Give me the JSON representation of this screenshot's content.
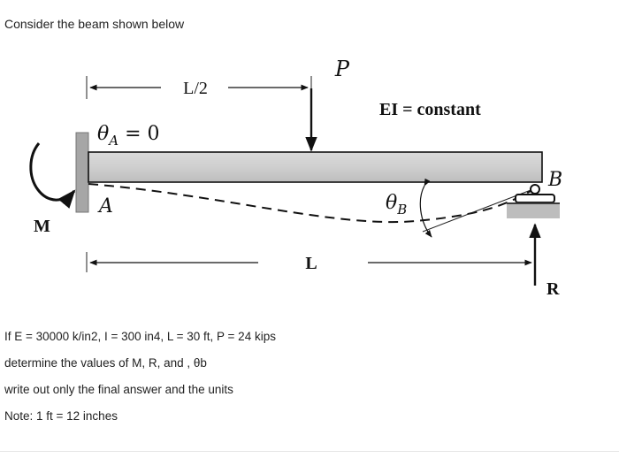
{
  "intro": "Consider the beam shown below",
  "diagram": {
    "load_label": "P",
    "half_span_label": "L/2",
    "span_label": "L",
    "stiffness_label": "EI = constant",
    "slope_A_theta": "θ",
    "slope_A_sub": "A",
    "slope_A_eq": " = 0",
    "support_A_label": "A",
    "support_B_label": "B",
    "slope_B_theta": "θ",
    "slope_B_sub": "B",
    "moment_label": "M",
    "reaction_label": "R"
  },
  "notes": {
    "given": "If E = 30000 k/in2, I = 300 in4, L = 30 ft, P = 24 kips",
    "task": "determine the values of  M, R, and , θb",
    "instruction": "write out only the final answer  and the units",
    "conversion": "Note: 1 ft = 12 inches"
  }
}
